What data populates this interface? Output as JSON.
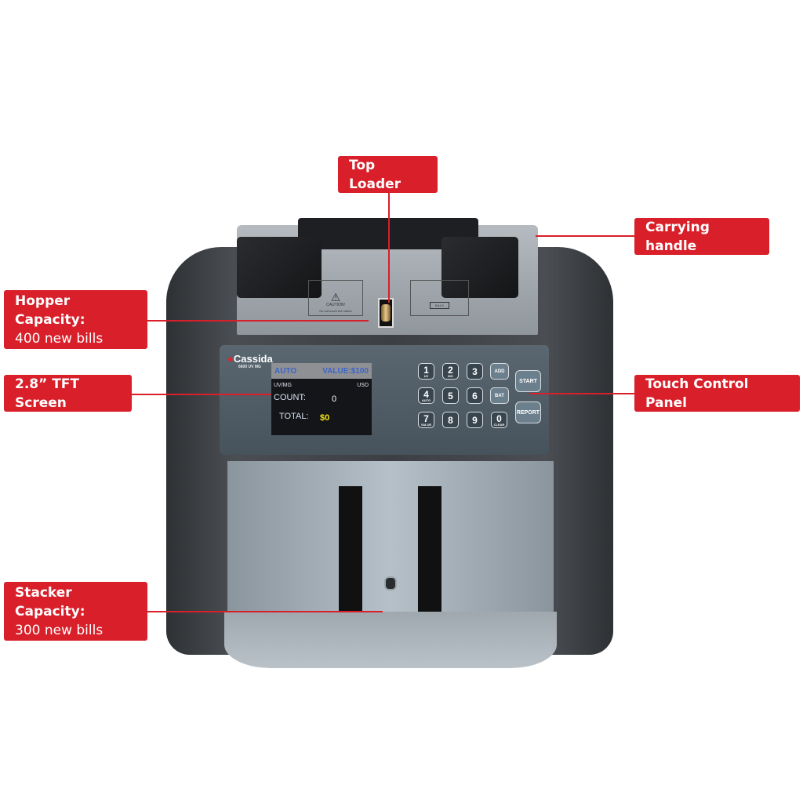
{
  "callouts": {
    "top_loader": {
      "title": "Top Loader"
    },
    "carrying_handle": {
      "title": "Carrying handle"
    },
    "hopper": {
      "title": "Hopper Capacity:",
      "subtitle": "400 new bills"
    },
    "screen": {
      "title": "2.8” TFT Screen"
    },
    "touch_panel": {
      "title": "Touch Control Panel"
    },
    "stacker": {
      "title": "Stacker Capacity:",
      "subtitle": "300 new bills"
    }
  },
  "device": {
    "brand": "Cassida",
    "model": "6600 UV MG",
    "caution_label": "CAUTION!",
    "caution_text": "Do not touch the rollers",
    "guide_label": "BILLS",
    "screen": {
      "mode": "AUTO",
      "value": "VALUE:$100",
      "detection": "UV/MG",
      "currency": "USD",
      "count_label": "COUNT:",
      "count_value": "0",
      "total_label": "TOTAL:",
      "total_value": "$0"
    },
    "keypad": [
      {
        "main": "1",
        "sub": "UV"
      },
      {
        "main": "2",
        "sub": "MG"
      },
      {
        "main": "3",
        "sub": ""
      },
      {
        "main": "4",
        "sub": "AUTO"
      },
      {
        "main": "5",
        "sub": ""
      },
      {
        "main": "6",
        "sub": ""
      },
      {
        "main": "7",
        "sub": "VALUE"
      },
      {
        "main": "8",
        "sub": ""
      },
      {
        "main": "9",
        "sub": ""
      },
      {
        "main": "0",
        "sub": "CLEAR"
      }
    ],
    "function_keys": {
      "add": "ADD",
      "bat": "BAT",
      "start": "START",
      "report": "REPORT"
    }
  },
  "colors": {
    "callout_red": "#d81f2a",
    "screen_total": "#f2e21a"
  }
}
